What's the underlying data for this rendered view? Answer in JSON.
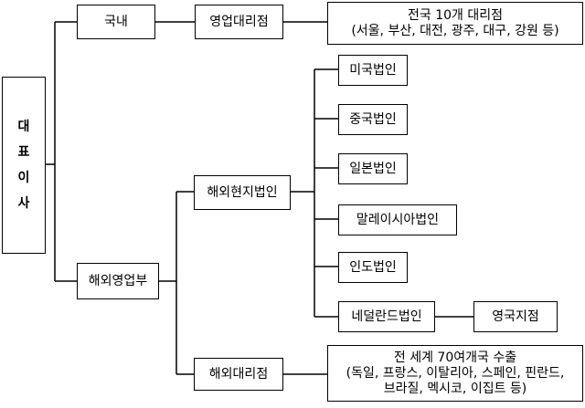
{
  "root": {
    "chars": [
      "대",
      "표",
      "이",
      "사"
    ]
  },
  "branches": {
    "domestic": {
      "label": "국내",
      "child": "영업대리점",
      "note": [
        "전국 10개 대리점",
        "(서울, 부산, 대전, 광주, 대구, 강원 등)"
      ]
    },
    "overseas": {
      "label": "해외영업부",
      "subsidiaries": {
        "label": "해외현지법인",
        "items": [
          "미국법인",
          "중국법인",
          "일본법인",
          "말레이시아법인",
          "인도법인",
          "네덜란드법인"
        ],
        "netherlands_child": "영국지점"
      },
      "agencies": {
        "label": "해외대리점",
        "note": [
          "전 세계 70여개국 수출",
          "(독일, 프랑스, 이탈리아, 스페인, 핀란드,",
          "브라질, 멕시코, 이집트 등)"
        ]
      }
    }
  }
}
